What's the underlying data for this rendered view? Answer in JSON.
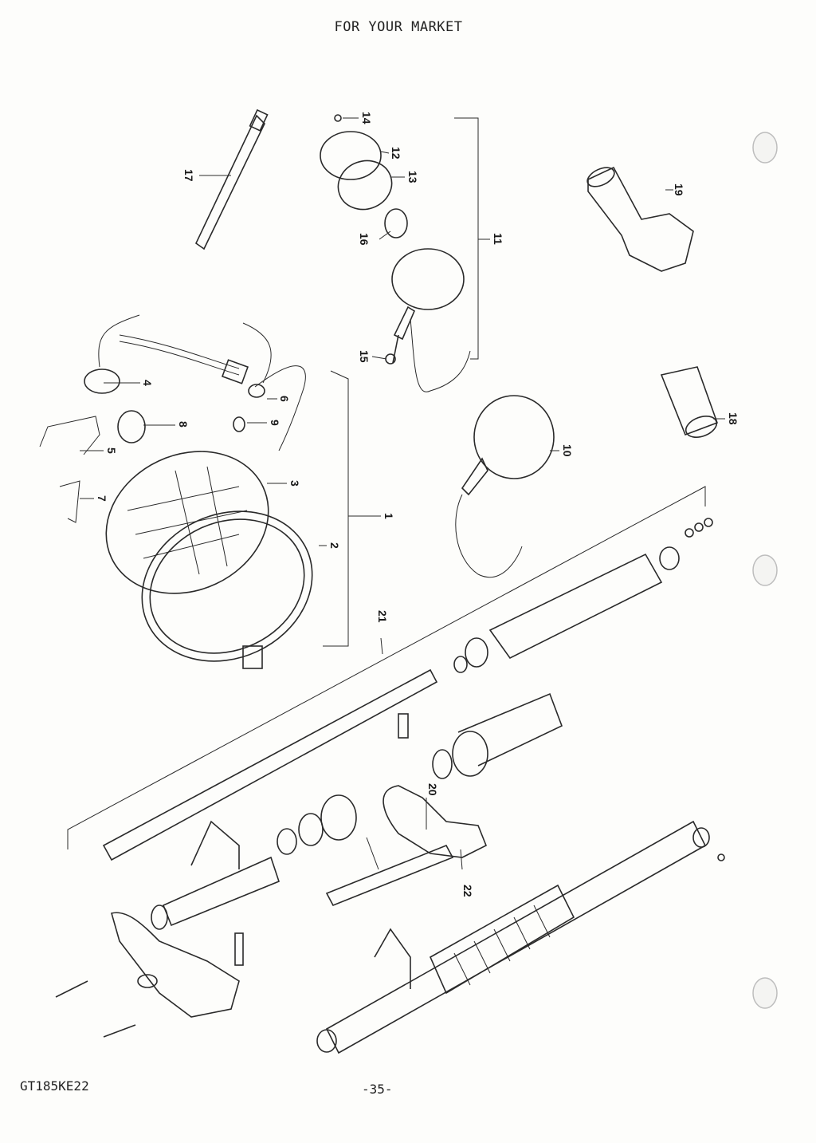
{
  "header": {
    "title": "FOR YOUR MARKET"
  },
  "footer": {
    "model_code": "GT185KE22",
    "page_number": "-35-"
  },
  "diagram": {
    "callouts": [
      "1",
      "2",
      "3",
      "4",
      "5",
      "6",
      "7",
      "8",
      "9",
      "10",
      "11",
      "12",
      "13",
      "14",
      "15",
      "16",
      "17",
      "18",
      "19",
      "20",
      "21",
      "22"
    ]
  }
}
